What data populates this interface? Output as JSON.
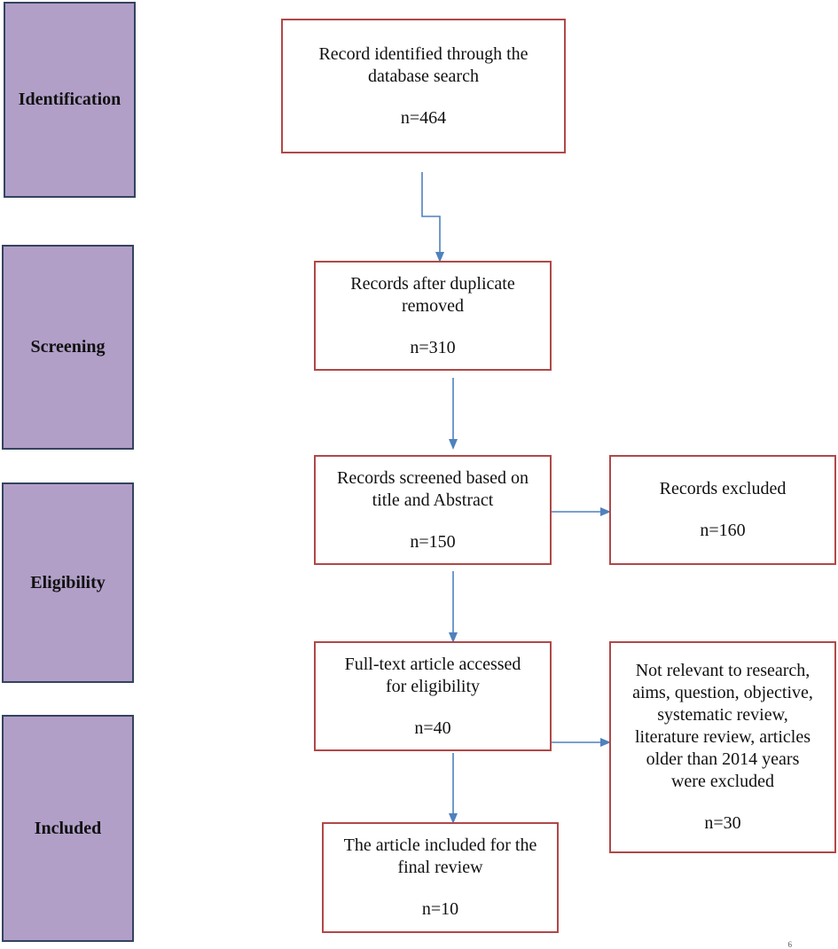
{
  "phases": {
    "identification": "Identification",
    "screening": "Screening",
    "eligibility": "Eligibility",
    "included": "Included"
  },
  "boxes": {
    "identified": {
      "label": "Record identified through the\ndatabase search",
      "count": "n=464"
    },
    "deduplicated": {
      "label": "Records after duplicate\nremoved",
      "count": "n=310"
    },
    "screened": {
      "label": "Records screened based on\ntitle and Abstract",
      "count": "n=150"
    },
    "excluded": {
      "label": "Records excluded",
      "count": "n=160"
    },
    "fulltext": {
      "label": "Full-text article accessed\nfor eligibility",
      "count": "n=40"
    },
    "not_relevant": {
      "label": "Not relevant to research,\naims, question, objective,\nsystematic review,\nliterature review, articles\nolder than 2014 years\nwere excluded",
      "count": "n=30"
    },
    "included": {
      "label": "The article included for the\nfinal review",
      "count": "n=10"
    }
  },
  "colors": {
    "phase_fill": "#b19fc8",
    "phase_border": "#34435f",
    "box_border": "#b04848",
    "arrow": "#4f81bd"
  },
  "page_mark": "6"
}
